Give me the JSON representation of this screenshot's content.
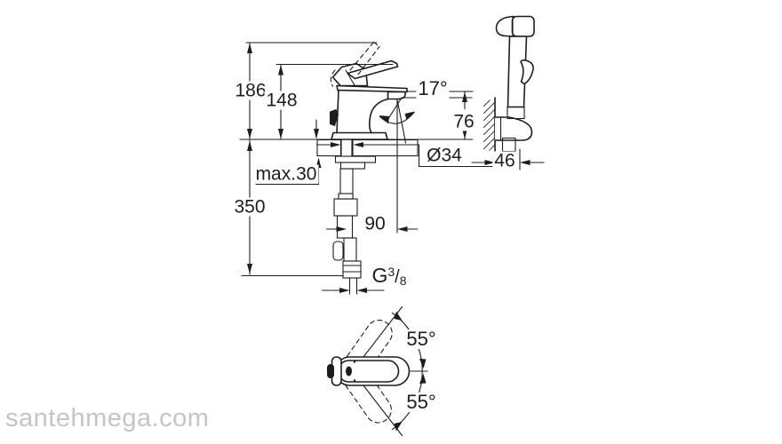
{
  "watermark": "santehmega.com",
  "labels": {
    "height_overall": "186",
    "height_lever_tip": "148",
    "spout_angle": "17°",
    "spout_height": "76",
    "base_hole_diameter": "Ø34",
    "max_deck_thickness": "max.30",
    "length_below_deck": "350",
    "spout_reach": "90",
    "holder_wall_offset": "46",
    "thread_g": "G",
    "thread_numerator": "3",
    "thread_slash": "/",
    "thread_denominator": "8",
    "handle_swivel_upper": "55°",
    "handle_swivel_lower": "55°"
  }
}
